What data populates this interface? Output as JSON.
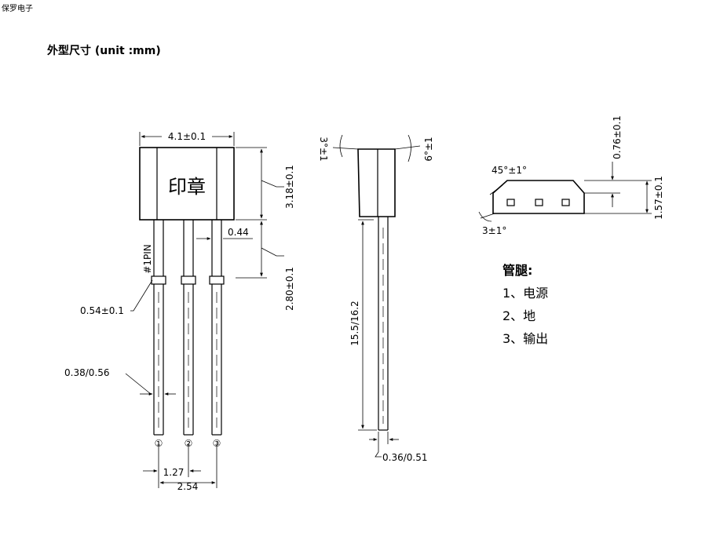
{
  "header": {
    "company": "保罗电子"
  },
  "title": "外型尺寸  (unit :mm)",
  "front_view": {
    "body_mark": "印章",
    "width_label": "4.1±0.1",
    "body_height_label": "3.18±0.1",
    "pin_gap_label": "0.44",
    "pin1_label": "#1PIN",
    "shoulder_label": "2.80±0.1",
    "shoulder_width_label": "0.54±0.1",
    "lead_width_label": "0.38/0.56",
    "pin_numbers": [
      "①",
      "②",
      "③"
    ],
    "pitch_label": "1.27",
    "span_label": "2.54"
  },
  "side_view": {
    "left_angle_label": "3°±1",
    "right_angle_label": "6°±1",
    "lead_length_label": "15.5/16.2",
    "lead_thickness_label": "0.36/0.51"
  },
  "top_view": {
    "chamfer_angle_label": "45°±1°",
    "bottom_angle_label": "3±1°",
    "top_height_label": "0.76±0.1",
    "total_height_label": "1.57±0.1"
  },
  "pin_table": {
    "title": "管腿:",
    "items": [
      "1、电源",
      "2、地",
      "3、输出"
    ]
  }
}
